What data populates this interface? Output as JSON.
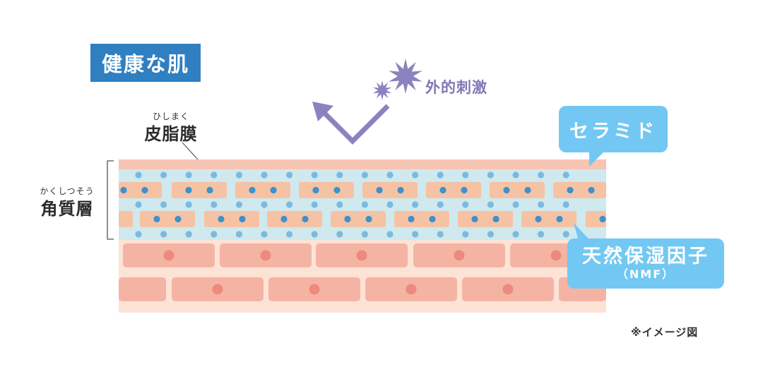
{
  "title": "健康な肌",
  "external_irritant": {
    "label": "外的刺激"
  },
  "sebum_film": {
    "label": "皮脂膜",
    "reading": "ひしまく"
  },
  "stratum_corneum": {
    "label": "角質層",
    "reading": "かくしつそう"
  },
  "ceramide": {
    "label": "セラミド"
  },
  "nmf": {
    "label": "天然保湿因子",
    "sublabel": "（NMF）"
  },
  "note": "※イメージ図",
  "colors": {
    "title_bg": "#2f7fc1",
    "irritant": "#8b83c0",
    "sebum": "#f7c5b3",
    "stratum_bg": "#cfe9ee",
    "corneocyte": "#f6c2a4",
    "dot": "#3b92cf",
    "lower_bg": "#fce3d6",
    "lower_cell": "#f5b4a3",
    "nucleus": "#ec8a7d",
    "callout": "#72c8f2"
  }
}
